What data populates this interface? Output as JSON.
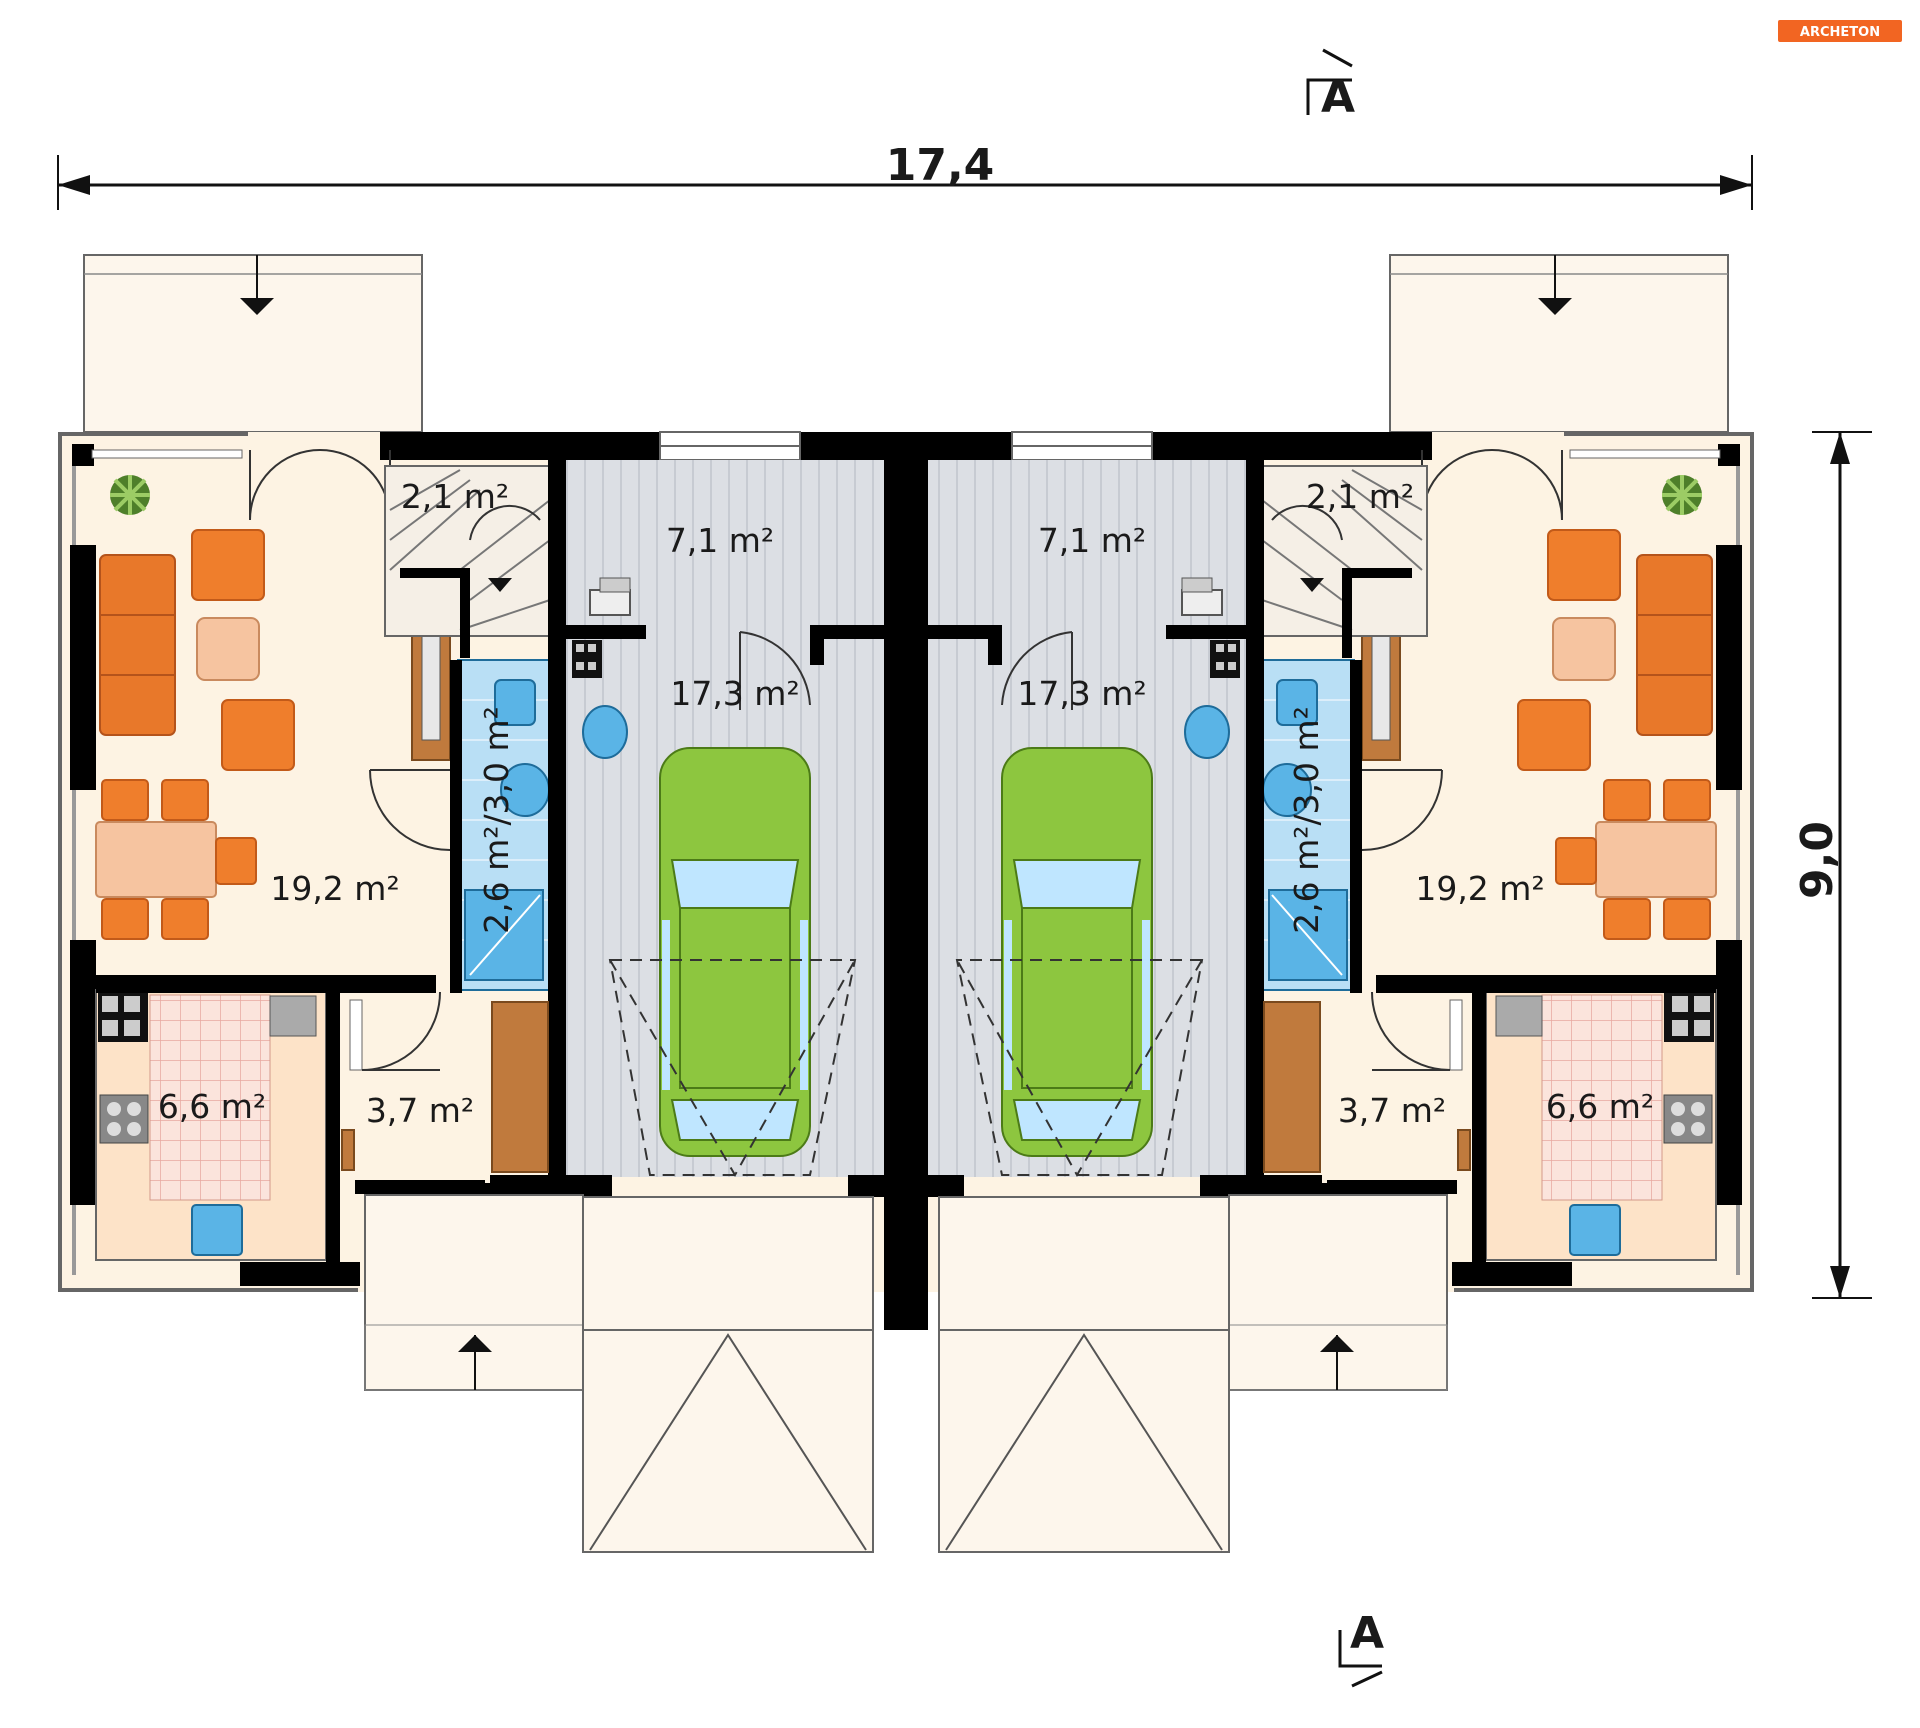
{
  "logo": {
    "text": "ARCHETON"
  },
  "dimensions": {
    "width": "17,4",
    "depth": "9,0"
  },
  "section_marks": {
    "top": "A",
    "bottom": "A"
  },
  "rooms": {
    "left": {
      "staircase": "2,1 m²",
      "vestibule": "7,1 m²",
      "garage": "17,3 m²",
      "bathroom": "2,6 m²/3,0 m²",
      "living_room": "19,2 m²",
      "kitchen": "6,6 m²",
      "hall": "3,7 m²"
    },
    "right": {
      "staircase": "2,1 m²",
      "vestibule": "7,1 m²",
      "garage": "17,3 m²",
      "bathroom": "2,6 m²/3,0 m²",
      "living_room": "19,2 m²",
      "kitchen": "6,6 m²",
      "hall": "3,7 m²"
    }
  },
  "colors": {
    "wall": "#000000",
    "interior": "#fdf3e3",
    "garage_floor": "#dcdfe4",
    "bathroom_tile": "#5ab4e6",
    "furniture_orange": "#e8782a",
    "car_green": "#8dc63f",
    "logo_orange": "#f26522"
  }
}
